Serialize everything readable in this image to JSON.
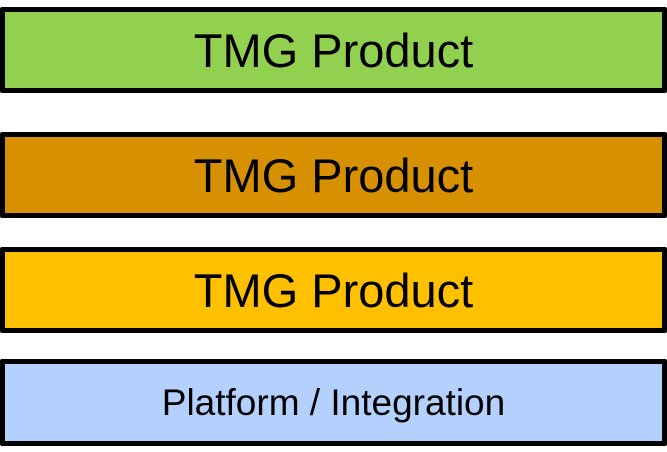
{
  "layers": [
    {
      "label": "TMG Product",
      "color": "#92d050"
    },
    {
      "label": "TMG Product",
      "color": "#d79000"
    },
    {
      "label": "TMG Product",
      "color": "#ffc000"
    },
    {
      "label": "Platform / Integration",
      "color": "#b4d0fd"
    }
  ]
}
